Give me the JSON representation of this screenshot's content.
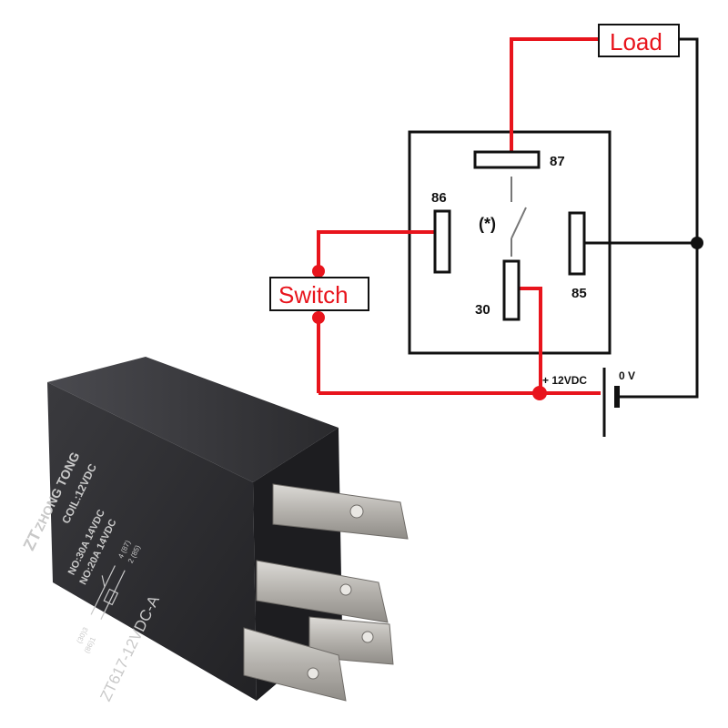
{
  "diagram": {
    "pins": {
      "p87": "87",
      "p86": "86",
      "p85": "85",
      "p30": "30"
    },
    "switch_symbol": "(*)",
    "load_label": "Load",
    "switch_label": "Switch",
    "battery": {
      "positive": "+ 12VDC",
      "negative": "0 V"
    }
  },
  "relay_photo": {
    "brand": "ZHONG TONG",
    "logo": "ZT",
    "coil_spec": "COIL:12VDC",
    "no_spec": "NO:30A 14VDC",
    "nc_spec": "NO:20A 14VDC",
    "model": "ZT617-12VDC-A",
    "schematic_pins": [
      "(30)3",
      "(86)1",
      "4 (87)",
      "2 (85)"
    ]
  },
  "colors": {
    "wire_red": "#e8141c",
    "wire_black": "#111111",
    "relay_body": "#2b2b2e",
    "terminal_metal": "#b9b7b3"
  }
}
